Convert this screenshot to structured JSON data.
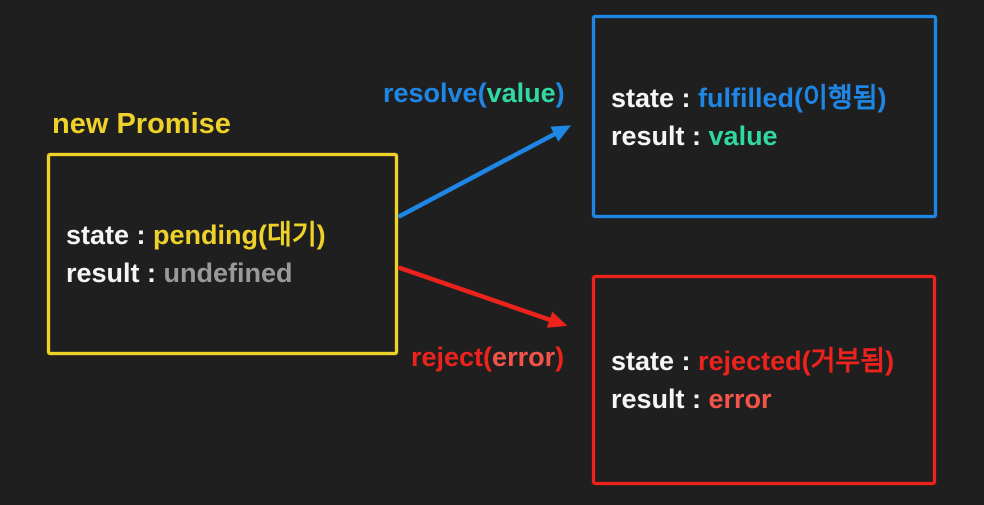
{
  "colors": {
    "background": "#201f1f",
    "yellow": "#eed229",
    "blue": "#1e87e6",
    "teal": "#30d9a3",
    "red": "#ec221c",
    "salmon": "#f3544a",
    "white": "#f5f5f5",
    "gray": "#9a9a9a"
  },
  "promise_box": {
    "title": "new Promise",
    "state_label": "state : ",
    "state_value": "pending(대기)",
    "result_label": "result : ",
    "result_value": "undefined"
  },
  "fulfilled_box": {
    "state_label": "state : ",
    "state_value": "fulfilled(이행됨)",
    "result_label": "result : ",
    "result_value": "value"
  },
  "rejected_box": {
    "state_label": "state : ",
    "state_value": "rejected(거부됨)",
    "result_label": "result : ",
    "result_value": "error"
  },
  "arrows": {
    "resolve": {
      "prefix": "resolve(",
      "arg": "value",
      "suffix": ")"
    },
    "reject": {
      "prefix": "reject(",
      "arg": "error",
      "suffix": ")"
    }
  }
}
